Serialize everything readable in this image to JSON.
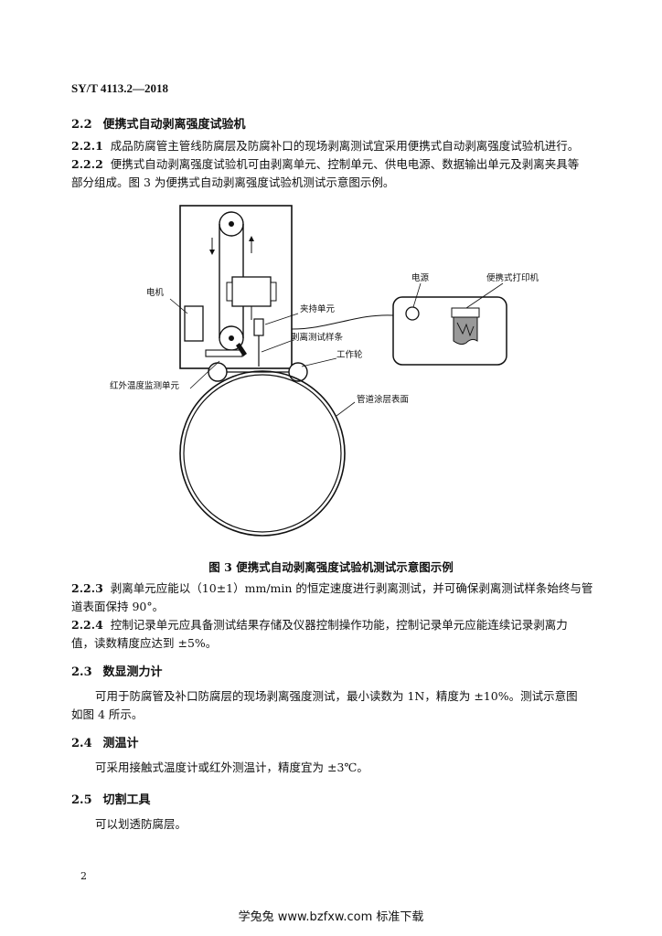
{
  "header": {
    "std_code": "SY/T  4113.2—2018"
  },
  "s2_2": {
    "num": "2.2",
    "title": "便携式自动剥离强度试验机",
    "p1_num": "2.2.1",
    "p1": "成品防腐管主管线防腐层及防腐补口的现场剥离测试宜采用便携式自动剥离强度试验机进行。",
    "p2_num": "2.2.2",
    "p2_line1": "便携式自动剥离强度试验机可由剥离单元、控制单元、供电电源、数据输出单元及剥离夹具等",
    "p2_line2": "部分组成。图 3 为便携式自动剥离强度试验机测试示意图示例。"
  },
  "figure": {
    "labels": {
      "motor": "电机",
      "power": "电源",
      "printer": "便携式打印机",
      "clamp": "夹持单元",
      "sample": "剥离测试样条",
      "wheel": "工作轮",
      "ir_sensor": "红外温度监测单元",
      "pipe_surface": "管道涂层表面"
    },
    "caption": "图 3    便携式自动剥离强度试验机测试示意图示例"
  },
  "s2_2_3": {
    "num": "2.2.3",
    "line1": "剥离单元应能以（10±1）mm/min 的恒定速度进行剥离测试，并可确保剥离测试样条始终与管",
    "line2": "道表面保持 90°。"
  },
  "s2_2_4": {
    "num": "2.2.4",
    "line1": "控制记录单元应具备测试结果存储及仪器控制操作功能，控制记录单元应能连续记录剥离力",
    "line2": "值，读数精度应达到 ±5%。"
  },
  "s2_3": {
    "num": "2.3",
    "title": "数显测力计",
    "line1": "可用于防腐管及补口防腐层的现场剥离强度测试，最小读数为 1N，精度为 ±10%。测试示意图",
    "line2": "如图 4 所示。"
  },
  "s2_4": {
    "num": "2.4",
    "title": "测温计",
    "text": "可采用接触式温度计或红外测温计，精度宜为 ±3℃。"
  },
  "s2_5": {
    "num": "2.5",
    "title": "切割工具",
    "text": "可以划透防腐层。"
  },
  "page_number": "2",
  "footer": "学兔兔 www.bzfxw.com 标准下载"
}
